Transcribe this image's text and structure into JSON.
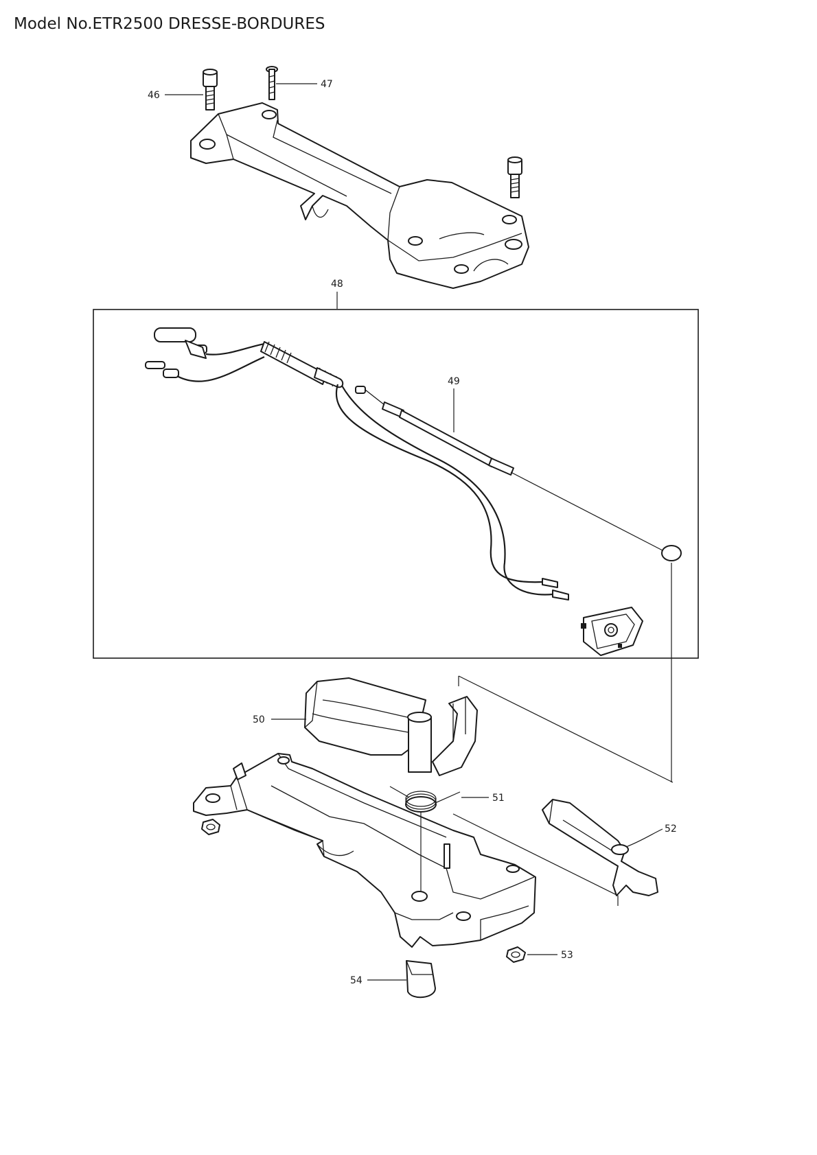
{
  "header": {
    "title": "Model No.ETR2500 DRESSE-BORDURES"
  },
  "callouts": {
    "p46": "46",
    "p47": "47",
    "p48": "48",
    "p49": "49",
    "p50": "50",
    "p51": "51",
    "p52": "52",
    "p53": "53",
    "p54": "54"
  }
}
